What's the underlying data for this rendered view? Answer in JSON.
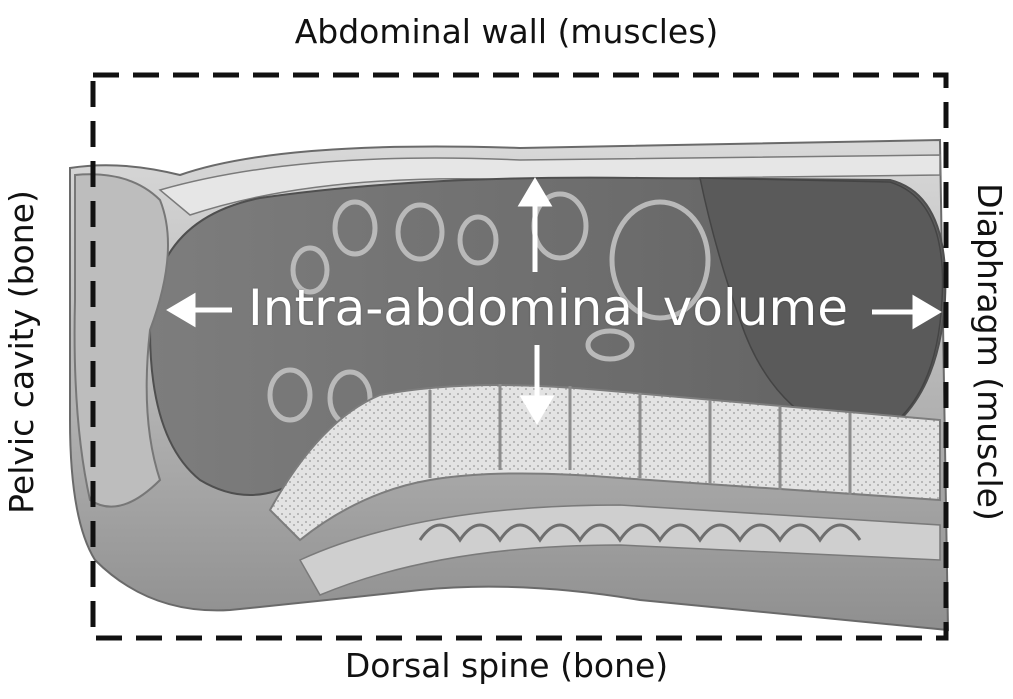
{
  "labels": {
    "top": "Abdominal wall (muscles)",
    "bottom": "Dorsal spine (bone)",
    "left": "Pelvic cavity (bone)",
    "right": "Diaphragm (muscle)",
    "center": "Intra-abdominal volume"
  },
  "colors": {
    "background": "#ffffff",
    "text": "#111111",
    "center_text": "#ffffff",
    "dashed_border": "#111111",
    "arrows": "#ffffff",
    "tissue_dark": "#6f6f6f",
    "tissue_mid": "#8a8a8a",
    "tissue_light": "#c9c9c9",
    "bone": "#e2e2e2"
  },
  "icons": {
    "arrow_up": "arrow-up-icon",
    "arrow_down": "arrow-down-icon",
    "arrow_left": "arrow-left-icon",
    "arrow_right": "arrow-right-icon"
  }
}
